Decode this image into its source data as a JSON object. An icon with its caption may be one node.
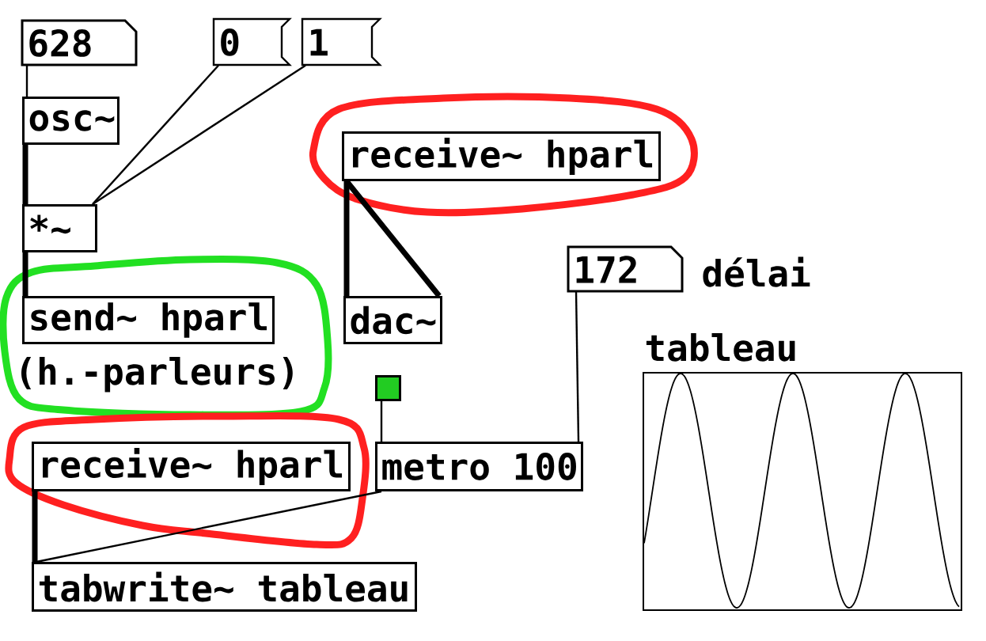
{
  "diagram": {
    "nodes": [
      {
        "text": [
          "628"
        ]
      },
      {
        "text": [
          "0"
        ]
      },
      {
        "text": [
          "1"
        ]
      },
      {
        "text": [
          "osc~"
        ]
      },
      {
        "text": [
          "receive~ hparl"
        ]
      },
      {
        "text": [
          "*~"
        ]
      },
      {
        "text": [
          "172"
        ],
        "beside": [
          "délai"
        ]
      },
      {
        "text": [
          "send~ hparl"
        ],
        "beside": [
          "(h.-parleurs)"
        ]
      },
      {
        "text": [
          "dac~"
        ]
      },
      {
        "text": [
          "tableau"
        ]
      },
      {
        "text": [],
        "shape": "box"
      },
      {
        "text": [
          "receive~ hparl"
        ]
      },
      {
        "text": [
          "metro 100"
        ]
      },
      {
        "text": [
          "tabwrite~ tableau"
        ]
      }
    ],
    "edges": [
      {
        "from": 0,
        "to": 3,
        "arrow": "none"
      },
      {
        "from": 3,
        "to": 5,
        "arrow": "none",
        "style": "thick"
      },
      {
        "from": 1,
        "to": 5,
        "arrow": "none"
      },
      {
        "from": 2,
        "to": 5,
        "arrow": "none"
      },
      {
        "from": 5,
        "to": 7,
        "arrow": "none",
        "style": "thick"
      },
      {
        "from": 4,
        "to": 8,
        "arrow": "none",
        "style": "thick"
      },
      {
        "from": 4,
        "to": 8,
        "arrow": "none",
        "style": "thick"
      },
      {
        "from": 6,
        "to": 12,
        "arrow": "none"
      },
      {
        "from": 10,
        "to": 12,
        "arrow": "none"
      },
      {
        "from": 11,
        "to": 13,
        "arrow": "none",
        "style": "thick"
      },
      {
        "from": 12,
        "to": 13,
        "arrow": "none"
      }
    ]
  }
}
